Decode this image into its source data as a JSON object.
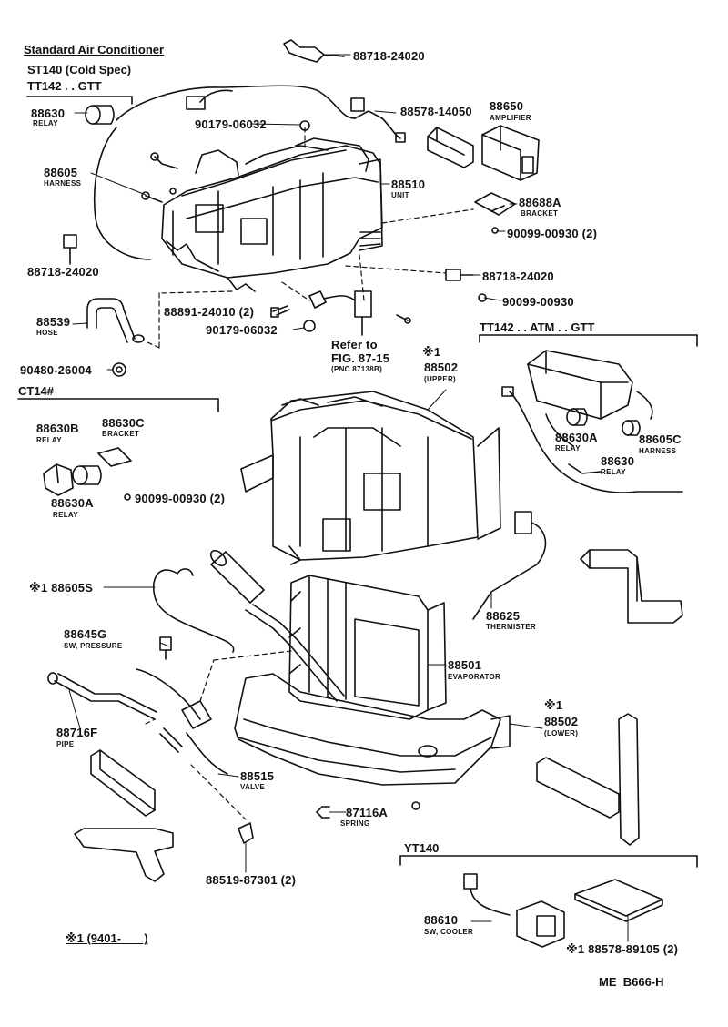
{
  "header": {
    "title": "Standard Air Conditioner",
    "model_1": "ST140 (Cold Spec)",
    "model_2": "TT142 . . GTT"
  },
  "groups": {
    "tt142_atm_gtt": "TT142 . . ATM . . GTT",
    "ct14": "CT14#",
    "yt140": "YT140"
  },
  "parts": {
    "p88718_top": "88718-24020",
    "p88630": "88630",
    "p88630_sub": "RELAY",
    "p90179_a": "90179-06032",
    "p88578_14050": "88578-14050",
    "p88650": "88650",
    "p88650_sub": "AMPLIFIER",
    "p88605": "88605",
    "p88605_sub": "HARNESS",
    "p88510": "88510",
    "p88510_sub": "UNIT",
    "p88688a": "88688A",
    "p88688a_sub": "BRACKET",
    "p90099_a": "90099-00930 (2)",
    "p88718_left": "88718-24020",
    "p88718_right": "88718-24020",
    "p90099_b": "90099-00930",
    "p88539": "88539",
    "p88539_sub": "HOSE",
    "p88891": "88891-24010 (2)",
    "p90179_b": "90179-06032",
    "refer_1": "Refer to",
    "refer_2": "FIG. 87-15",
    "refer_3": "(PNC 87138B)",
    "p90480": "90480-26004",
    "p88502_up_mark": "※1",
    "p88502_up": "88502",
    "p88502_up_sub": "(UPPER)",
    "p88630b": "88630B",
    "p88630b_sub": "RELAY",
    "p88630c": "88630C",
    "p88630c_sub": "BRACKET",
    "p88630a_l": "88630A",
    "p88630a_l_sub": "RELAY",
    "p90099_c": "90099-00930 (2)",
    "p88630a_r": "88630A",
    "p88630a_r_sub": "RELAY",
    "p88605c": "88605C",
    "p88605c_sub": "HARNESS",
    "p88630_r": "88630",
    "p88630_r_sub": "RELAY",
    "p88605s": "※1 88605S",
    "p88625": "88625",
    "p88625_sub": "THERMISTER",
    "p88645g": "88645G",
    "p88645g_sub": "SW, PRESSURE",
    "p88501": "88501",
    "p88501_sub": "EVAPORATOR",
    "p88502_lo_mark": "※1",
    "p88502_lo": "88502",
    "p88502_lo_sub": "(LOWER)",
    "p88716f": "88716F",
    "p88716f_sub": "PIPE",
    "p88515": "88515",
    "p88515_sub": "VALVE",
    "p87116a": "87116A",
    "p87116a_sub": "SPRING",
    "p88519": "88519-87301 (2)",
    "p88610": "88610",
    "p88610_sub": "SW, COOLER",
    "p88578_89105": "※1 88578-89105 (2)"
  },
  "footnote": "※1 (9401-       )",
  "figure_code": "ME  B666-H"
}
